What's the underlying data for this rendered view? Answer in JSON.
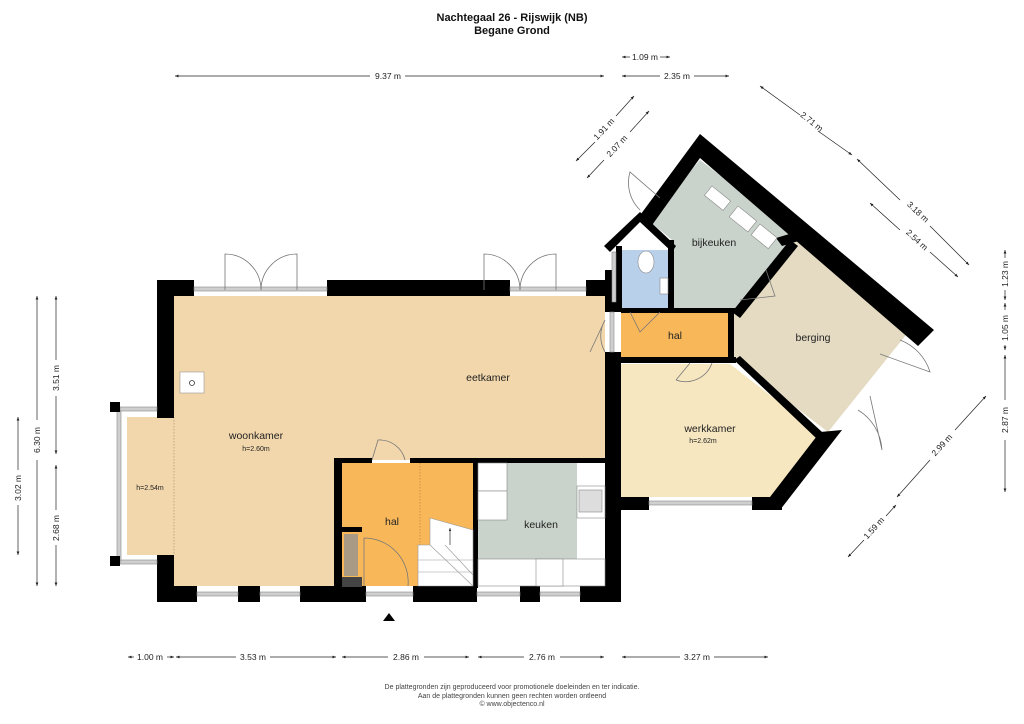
{
  "header": {
    "title": "Nachtegaal 26 - Rijswijk (NB)",
    "subtitle": "Begane Grond"
  },
  "rooms": {
    "woonkamer": {
      "label": "woonkamer",
      "height": "h=2.60m",
      "color": "#f2d7ac"
    },
    "eetkamer": {
      "label": "eetkamer",
      "color": "#f2d7ac"
    },
    "erker": {
      "height": "h=2.54m",
      "color": "#f2d7ac"
    },
    "hal_entrance": {
      "label": "hal",
      "color": "#f8b85a"
    },
    "hal_rear": {
      "label": "hal",
      "color": "#f8b85a"
    },
    "keuken": {
      "label": "keuken",
      "color": "#c9d3cb"
    },
    "bijkeuken": {
      "label": "bijkeuken",
      "color": "#c9d3cb"
    },
    "toilet": {
      "color": "#b9d0ea"
    },
    "berging": {
      "label": "berging",
      "color": "#e4dbc2"
    },
    "werkkamer": {
      "label": "werkkamer",
      "height": "h=2.62m",
      "color": "#f6e7c1"
    }
  },
  "dimensions": {
    "top": [
      "9.37 m",
      "1.09 m",
      "2.35 m"
    ],
    "diagonal_left": [
      "1.91 m",
      "2.07 m"
    ],
    "diagonal_right_top": [
      "2.71 m",
      "3.18 m",
      "2.54 m"
    ],
    "diagonal_right_bottom": [
      "2.99 m",
      "1.59 m"
    ],
    "right": [
      "1.23 m",
      "1.05 m",
      "2.87 m"
    ],
    "left": [
      "3.51 m",
      "6.30 m",
      "3.02 m",
      "2.68 m"
    ],
    "bottom": [
      "1.00 m",
      "3.53 m",
      "2.86 m",
      "2.76 m",
      "3.27 m"
    ]
  },
  "footer": {
    "line1": "De plattegronden zijn geproduceerd voor promotionele doeleinden en ter indicatie.",
    "line2": "Aan de plattegronden kunnen geen rechten worden ontleend",
    "line3": "© www.objectenco.nl"
  },
  "colors": {
    "wall": "#000000",
    "window": "#bdbdbd",
    "dimension_line": "#222222"
  }
}
